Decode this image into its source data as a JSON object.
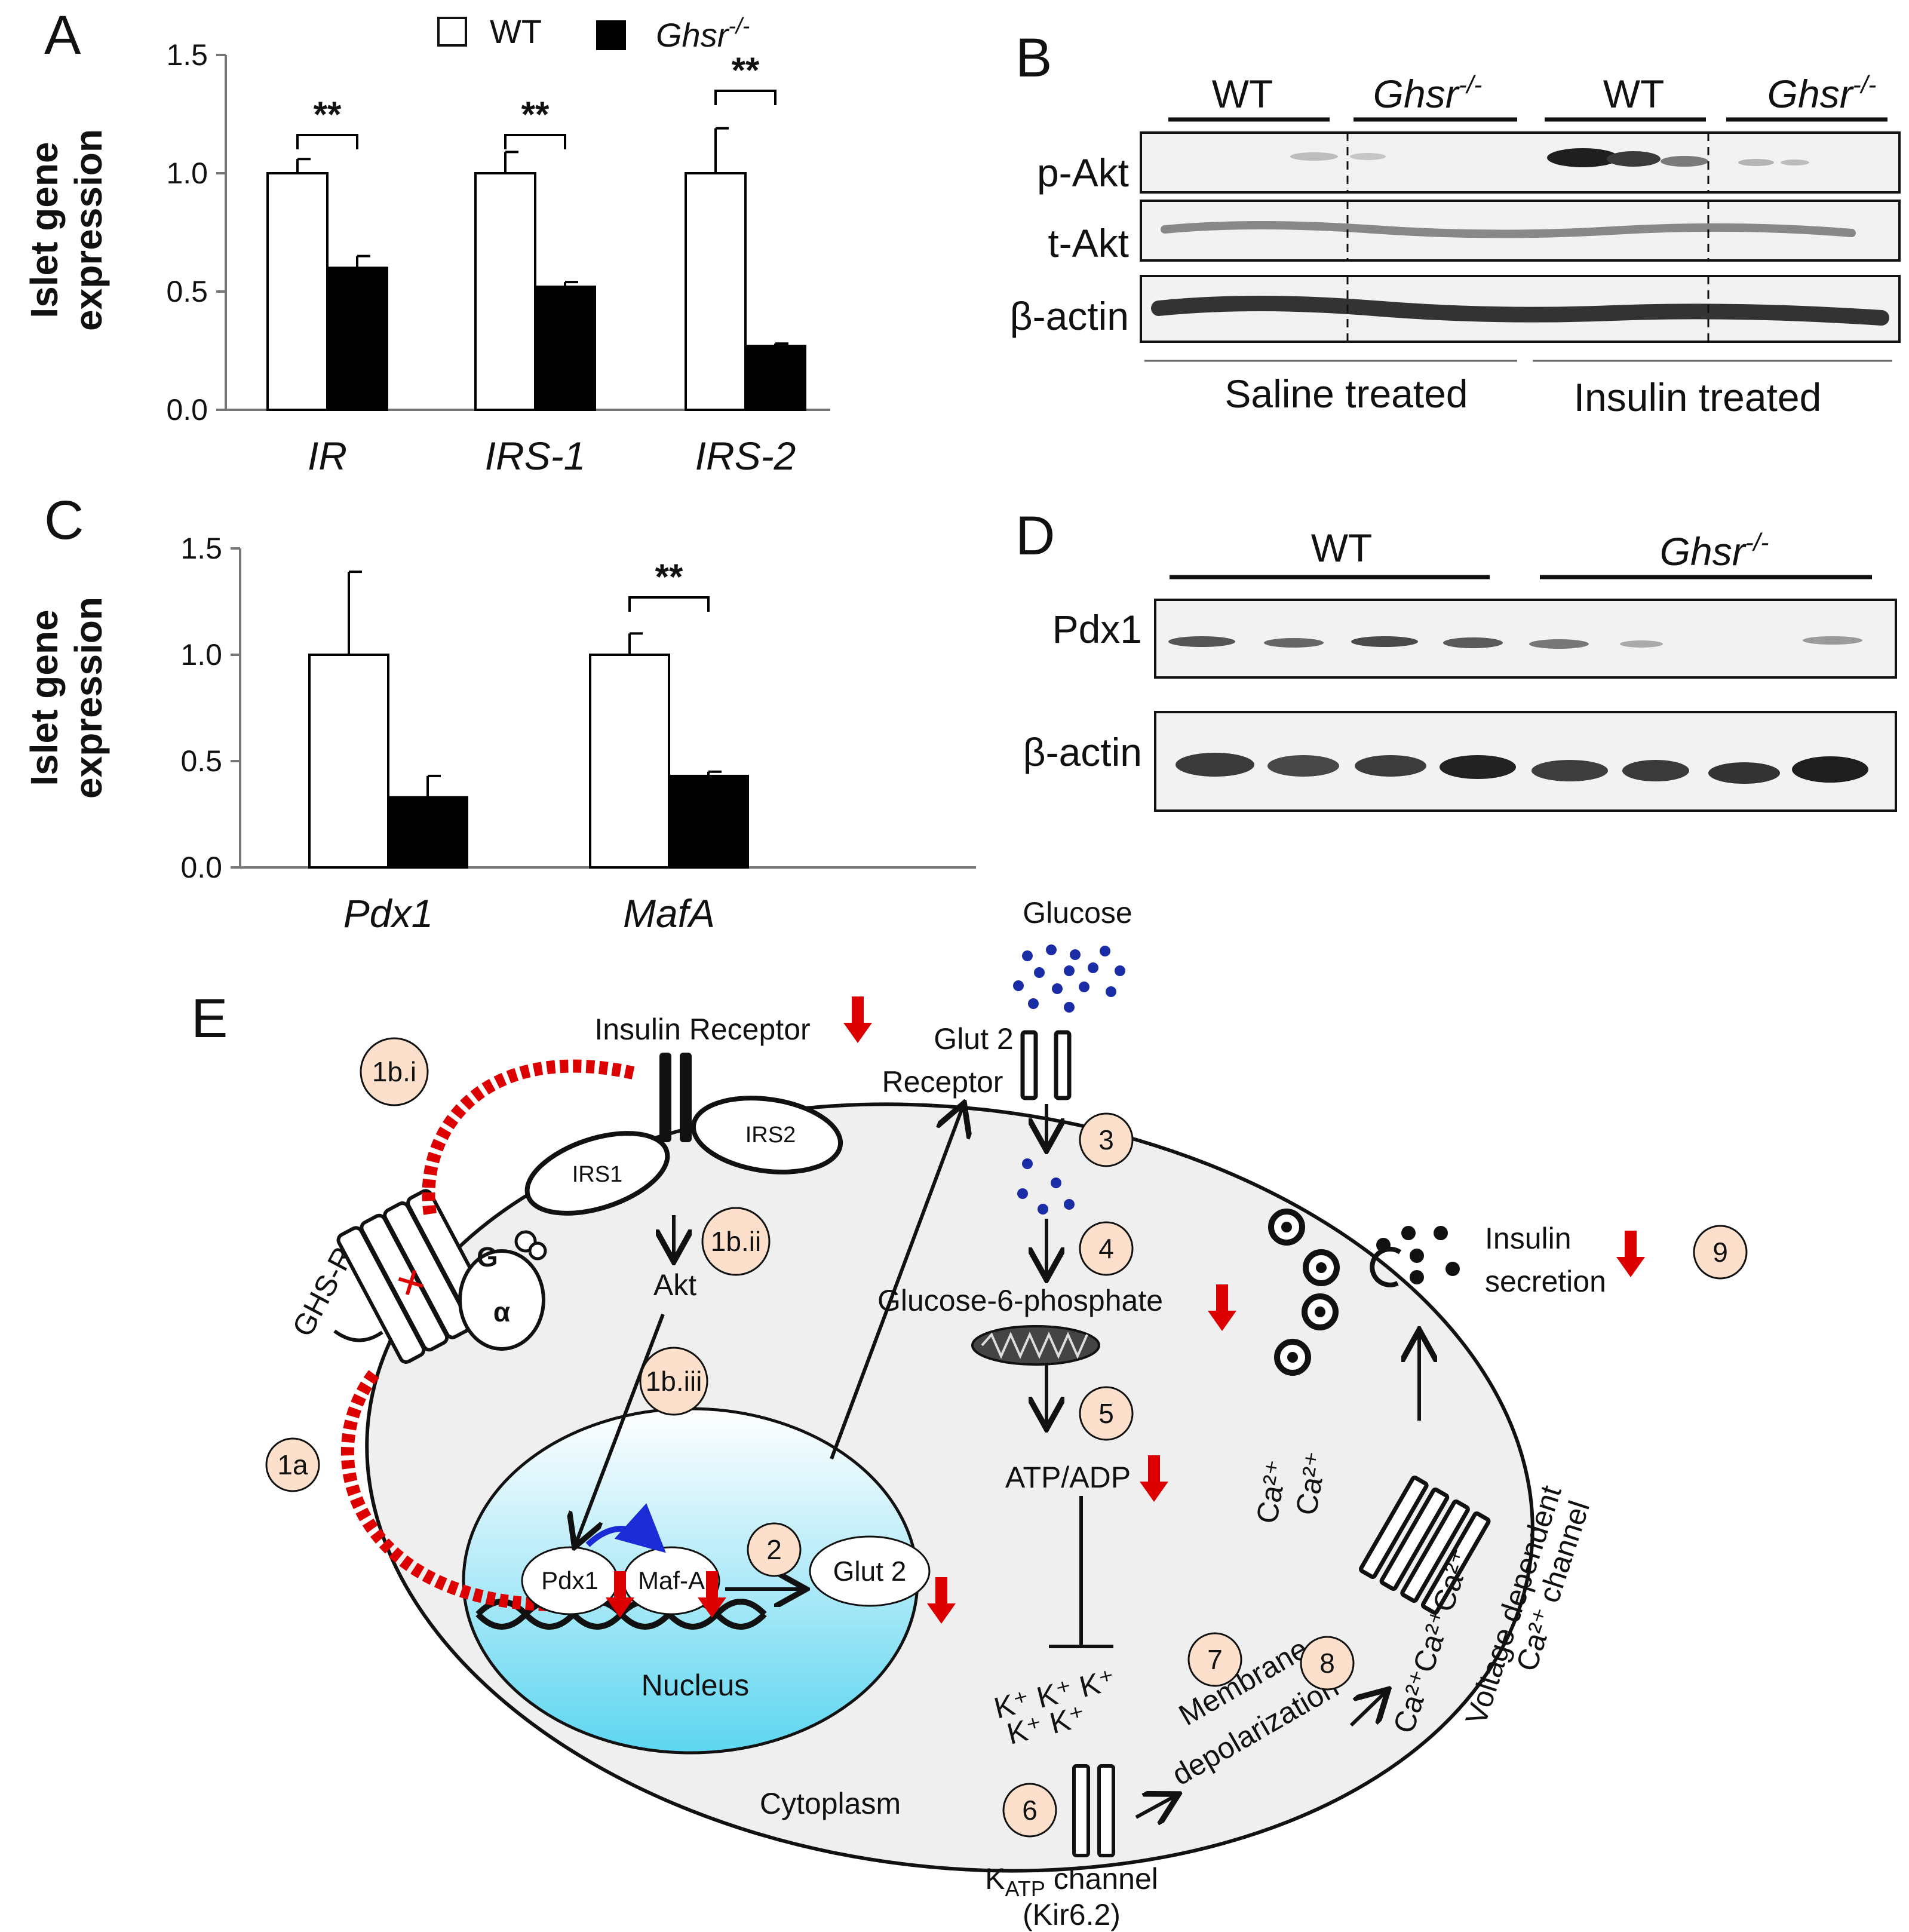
{
  "panels": {
    "A": "A",
    "B": "B",
    "C": "C",
    "D": "D",
    "E": "E"
  },
  "legend": {
    "wt": "WT",
    "ko": "Ghsr",
    "ko_sup": "-/-"
  },
  "chart_data": [
    {
      "panel": "A",
      "type": "bar",
      "ylabel": [
        "Islet gene",
        "expression"
      ],
      "ylim": [
        0,
        1.5
      ],
      "yticks": [
        "0.0",
        "0.5",
        "1.0",
        "1.5"
      ],
      "categories": [
        "IR",
        "IRS-1",
        "IRS-2"
      ],
      "series": [
        {
          "name": "WT",
          "color": "#ffffff",
          "values": [
            1.0,
            1.0,
            1.0
          ],
          "errors": [
            0.06,
            0.09,
            0.19
          ]
        },
        {
          "name": "Ghsr-/-",
          "color": "#000000",
          "values": [
            0.6,
            0.52,
            0.27
          ],
          "errors": [
            0.05,
            0.02,
            0.01
          ]
        }
      ],
      "significance": [
        "**",
        "**",
        "**"
      ]
    },
    {
      "panel": "C",
      "type": "bar",
      "ylabel": [
        "Islet gene",
        "expression"
      ],
      "ylim": [
        0,
        1.5
      ],
      "yticks": [
        "0.0",
        "0.5",
        "1.0",
        "1.5"
      ],
      "categories": [
        "Pdx1",
        "MafA"
      ],
      "series": [
        {
          "name": "WT",
          "color": "#ffffff",
          "values": [
            1.0,
            1.0
          ],
          "errors": [
            0.39,
            0.1
          ]
        },
        {
          "name": "Ghsr-/-",
          "color": "#000000",
          "values": [
            0.33,
            0.43
          ],
          "errors": [
            0.1,
            0.02
          ]
        }
      ],
      "significance": [
        "",
        "**"
      ]
    }
  ],
  "blot_b": {
    "groups": [
      "WT",
      "Ghsr",
      "WT",
      "Ghsr"
    ],
    "group_sup": "-/-",
    "rows": [
      "p-Akt",
      "t-Akt",
      "β-actin"
    ],
    "treatments": [
      "Saline treated",
      "Insulin treated"
    ]
  },
  "blot_d": {
    "groups": [
      "WT",
      "Ghsr"
    ],
    "group_sup": "-/-",
    "rows": [
      "Pdx1",
      "β-actin"
    ]
  },
  "diagram": {
    "glucose": "Glucose",
    "insulin_receptor": "Insulin Receptor",
    "glut2_receptor": [
      "Glut 2",
      "Receptor"
    ],
    "irs1": "IRS1",
    "irs2": "IRS2",
    "akt": "Akt",
    "ghsr": "GHS-R",
    "g_label": "G",
    "alpha_label": "α",
    "pdx1": "Pdx1",
    "mafa": "Maf-A",
    "glut2": "Glut 2",
    "nucleus": "Nucleus",
    "cytoplasm": "Cytoplasm",
    "g6p": "Glucose-6-phosphate",
    "atp_adp": "ATP/ADP",
    "k_ions": [
      "K⁺ K⁺ K⁺",
      "K⁺ K⁺"
    ],
    "katp": "K",
    "katp_sub": "ATP",
    "katp_rest": " channel",
    "kir": "(Kir6.2)",
    "membrane_depol": [
      "Membrane",
      "depolarization"
    ],
    "ca_top": "Ca²⁺",
    "ca_row": "Ca²⁺Ca²⁺Ca²⁺",
    "vdcc": [
      "Voltage dependent",
      "Ca²⁺ channel"
    ],
    "insulin_secretion": [
      "Insulin",
      "secretion"
    ],
    "steps": [
      "1b.i",
      "1b.ii",
      "1b.iii",
      "1a",
      "2",
      "3",
      "4",
      "5",
      "6",
      "7",
      "8",
      "9"
    ],
    "arrow_color": "#dd0000",
    "step_fill": "#fde0cc",
    "nucleus_color": "#5dd6f0",
    "cell_fill": "#efefef"
  }
}
